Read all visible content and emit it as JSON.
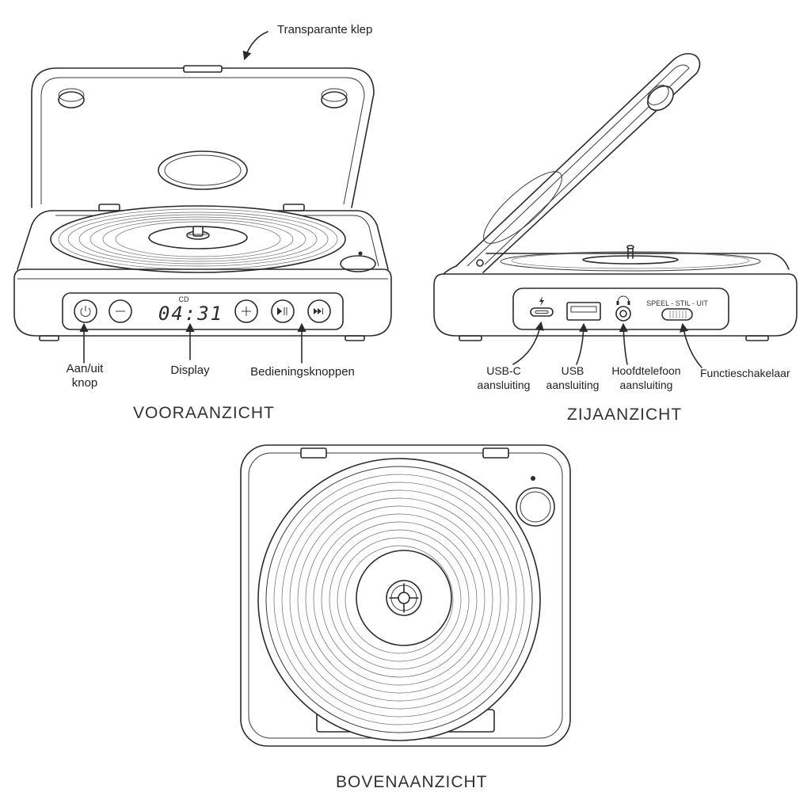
{
  "labels": {
    "lid": "Transparante klep",
    "power_line1": "Aan/uit",
    "power_line2": "knop",
    "display": "Display",
    "controls": "Bedieningsknoppen",
    "usbc_line1": "USB-C",
    "usbc_line2": "aansluiting",
    "usb_line1": "USB",
    "usb_line2": "aansluiting",
    "headphone_line1": "Hoofdtelefoon",
    "headphone_line2": "aansluiting",
    "function_switch": "Functieschakelaar"
  },
  "views": {
    "front": "VOORAANZICHT",
    "side": "ZIJAANZICHT",
    "top": "BOVENAANZICHT"
  },
  "device_text": {
    "display_mode": "CD",
    "display_time": "04:31",
    "switch_legend": "SPEEL - STIL - UIT"
  },
  "icons": [
    "power-icon",
    "minus-icon",
    "plus-icon",
    "play-pause-icon",
    "skip-forward-icon",
    "lightning-icon",
    "headphone-icon"
  ]
}
